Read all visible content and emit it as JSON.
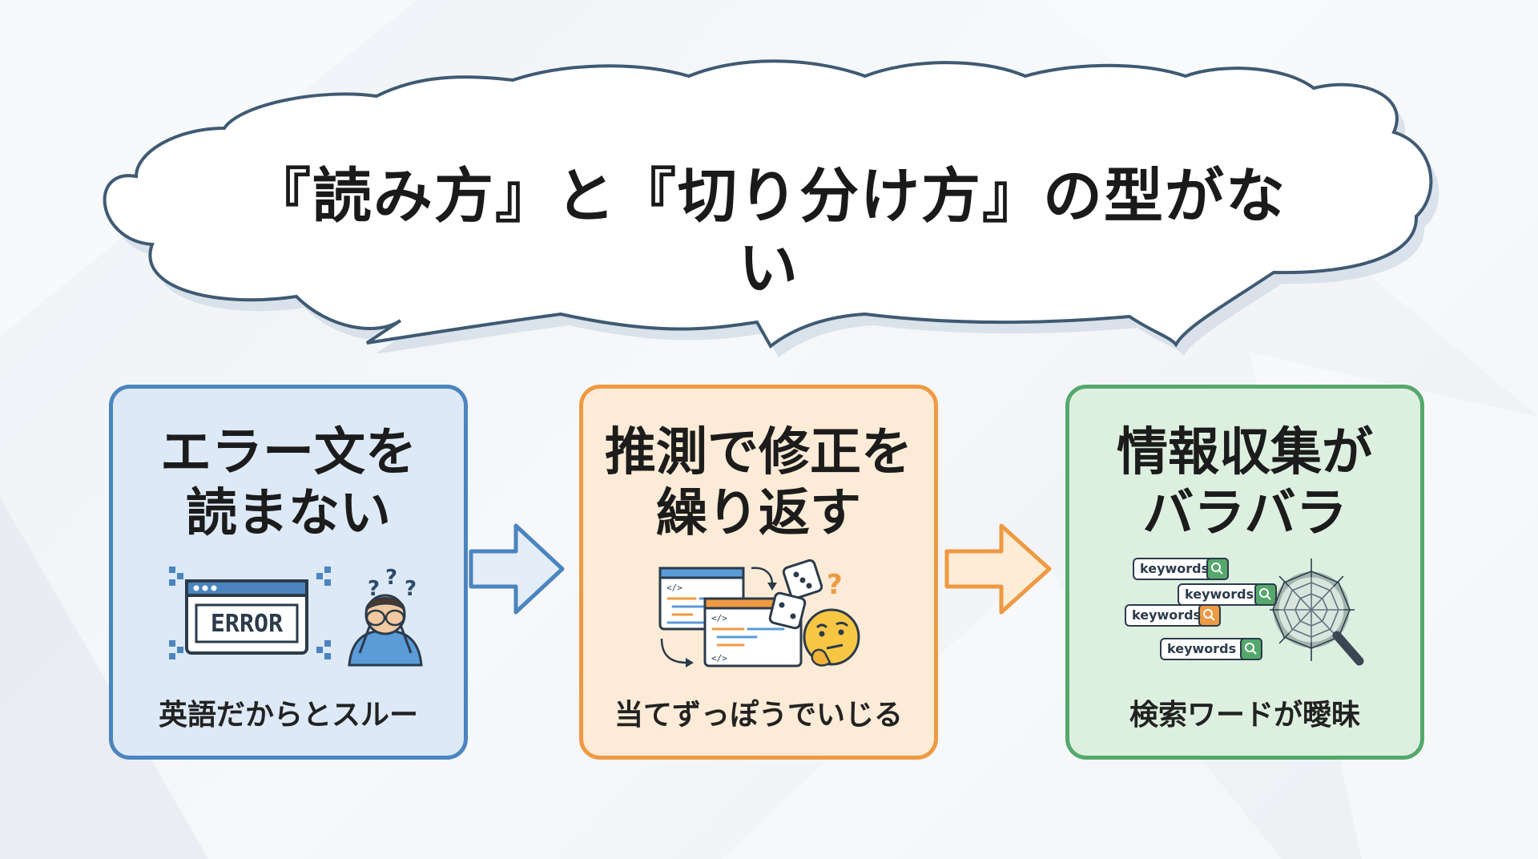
{
  "headline": "『読み方』と『切り分け方』の型がない",
  "cards": [
    {
      "title_line1": "エラー文を",
      "title_line2": "読まない",
      "caption": "英語だからとスルー",
      "illustration": {
        "window_text": "ERROR",
        "question_marks": [
          "?",
          "?",
          "?"
        ],
        "icons": [
          "error-window-icon",
          "covering-eyes-person-icon"
        ]
      }
    },
    {
      "title_line1": "推測で修正を",
      "title_line2": "繰り返す",
      "caption": "当てずっぽうでいじる",
      "illustration": {
        "code_tag": "</>",
        "question_mark": "?",
        "icons": [
          "code-window-icon",
          "dice-icon",
          "thinking-face-icon"
        ]
      }
    },
    {
      "title_line1": "情報収集が",
      "title_line2": "バラバラ",
      "caption": "検索ワードが曖昧",
      "illustration": {
        "search_terms": [
          "keywords",
          "keywords",
          "keywords",
          "keywords"
        ],
        "icons": [
          "search-bar-icon",
          "spider-web-magnifier-icon"
        ]
      }
    }
  ],
  "colors": {
    "blue": "#4b85bf",
    "orange": "#ee9a42",
    "green": "#55a86c",
    "text": "#1c1c1c"
  }
}
